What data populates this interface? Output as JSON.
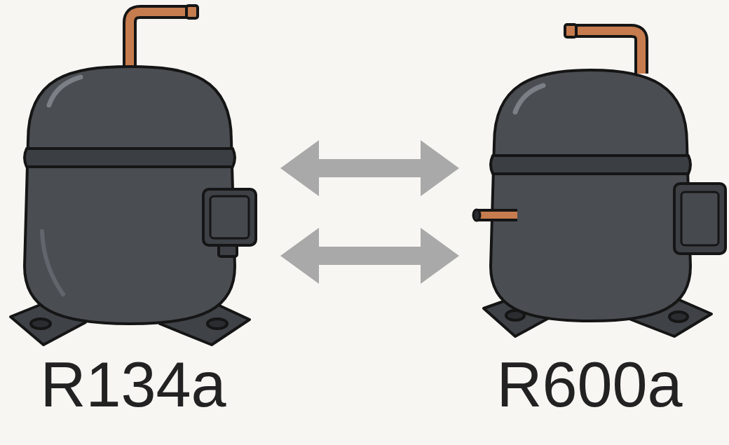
{
  "diagram": {
    "nodes": [
      {
        "text": [
          "R134a"
        ]
      },
      {
        "text": [
          "R600a"
        ]
      }
    ],
    "edges": [
      {
        "from": 0,
        "to": 1,
        "arrow": "both"
      },
      {
        "from": 0,
        "to": 1,
        "arrow": "both"
      }
    ]
  }
}
